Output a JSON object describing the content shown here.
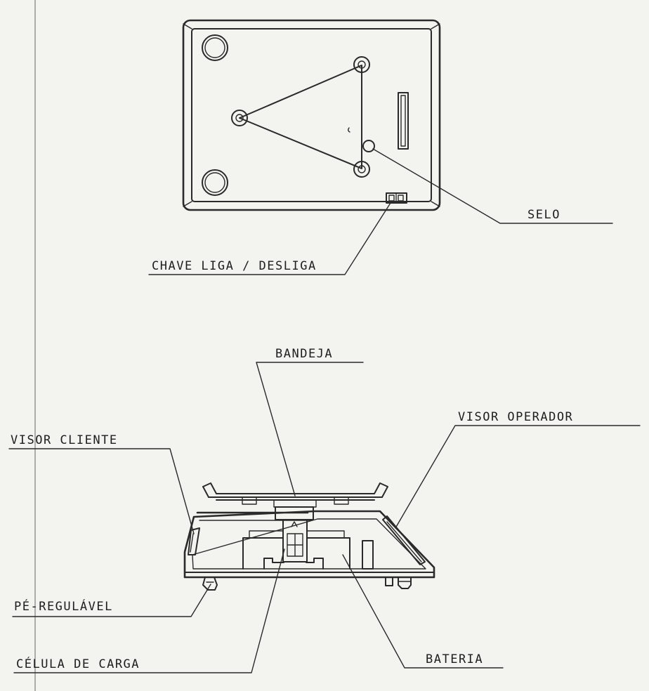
{
  "labels": {
    "selo": "SELO",
    "chave": "CHAVE LIGA / DESLIGA",
    "bandeja": "BANDEJA",
    "visor_operador": "VISOR OPERADOR",
    "visor_cliente": "VISOR CLIENTE",
    "pe_regulavel": "PÉ-REGULÁVEL",
    "celula": "CÉLULA DE CARGA",
    "bateria": "BATERIA"
  }
}
